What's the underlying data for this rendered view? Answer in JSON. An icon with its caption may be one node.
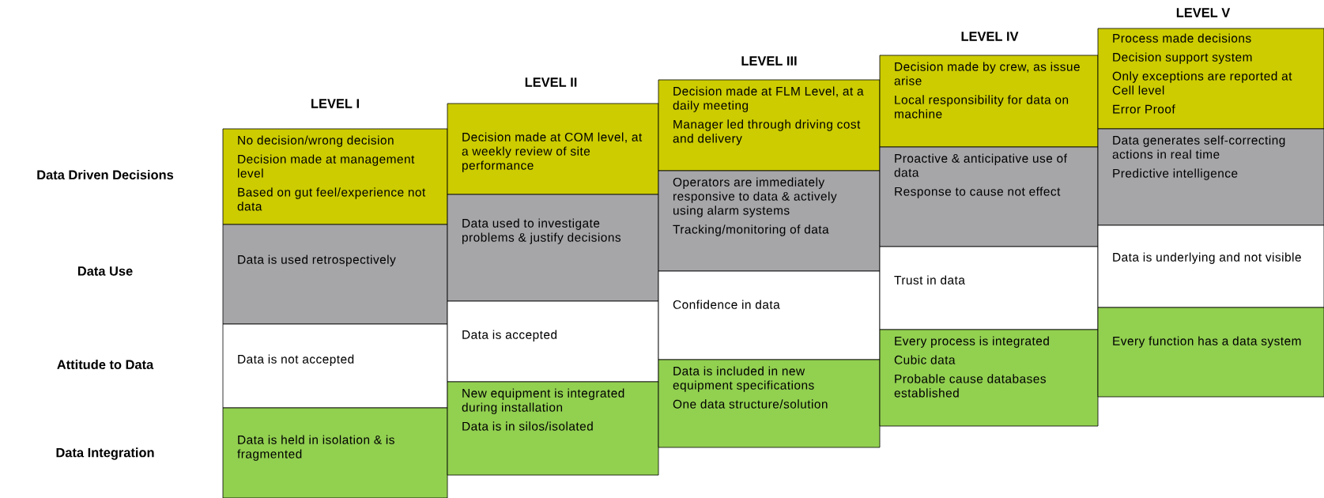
{
  "diagram": {
    "nodes": [
      {
        "text": [
          "No decision/wrong decision",
          "Decision made at management level",
          "Based on gut feel/experience not data"
        ]
      },
      {
        "text": [
          "Data is used retrospectively"
        ]
      },
      {
        "text": [
          "Data is not accepted"
        ]
      },
      {
        "text": [
          "Data is held in isolation & is fragmented"
        ]
      },
      {
        "text": [
          "Decision made at COM level, at a weekly review of site performance"
        ]
      },
      {
        "text": [
          "Data used to investigate problems & justify decisions"
        ]
      },
      {
        "text": [
          "Data is accepted"
        ]
      },
      {
        "text": [
          "New equipment is integrated during installation",
          "Data is in silos/isolated"
        ]
      },
      {
        "text": [
          "Decision made at FLM Level, at a daily meeting",
          "Manager led through driving cost and delivery"
        ]
      },
      {
        "text": [
          "Operators are immediately responsive to data & actively using alarm systems",
          "Tracking/monitoring of data"
        ]
      },
      {
        "text": [
          "Confidence in data"
        ]
      },
      {
        "text": [
          "Data is included in new equipment specifications",
          "One data structure/solution"
        ]
      },
      {
        "text": [
          "Decision made by crew, as issue arise",
          "Local responsibility for data on machine"
        ]
      },
      {
        "text": [
          "Proactive & anticipative use of data",
          "Response to cause not effect"
        ]
      },
      {
        "text": [
          "Trust in data"
        ]
      },
      {
        "text": [
          "Every process is integrated",
          "Cubic data",
          "Probable cause databases established"
        ]
      },
      {
        "text": [
          "Process made decisions",
          "Decision support system",
          "Only exceptions are reported at Cell level",
          "Error Proof"
        ]
      },
      {
        "text": [
          "Data generates self-correcting actions in real time",
          "Predictive intelligence"
        ]
      },
      {
        "text": [
          "Data is underlying and not visible"
        ]
      },
      {
        "text": [
          "Every function has a data system"
        ]
      }
    ],
    "labels": [
      "LEVEL I",
      "LEVEL II",
      "LEVEL III",
      "LEVEL IV",
      "LEVEL V",
      "Data Driven Decisions",
      "Data Use",
      "Attitude to Data",
      "Data Integration"
    ]
  }
}
